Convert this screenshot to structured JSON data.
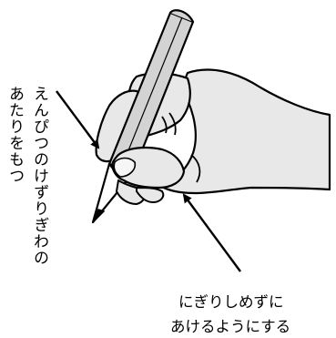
{
  "labels": {
    "left_line1": "えんぴつのけずりぎわの",
    "left_line2": "あたりをもつ",
    "right_line1": "にぎりしめずに",
    "right_line2": "あけるようにする"
  },
  "colors": {
    "ink": "#000000",
    "hand_fill": "#e8e8e8",
    "pencil_fill": "#d3d3d3",
    "background": "#ffffff"
  },
  "icons": {
    "hand": "hand-holding-pencil-illustration",
    "pencil": "pencil-illustration",
    "arrow_left": "arrow-pointing-to-pencil-grip",
    "arrow_right": "arrow-pointing-to-palm"
  }
}
